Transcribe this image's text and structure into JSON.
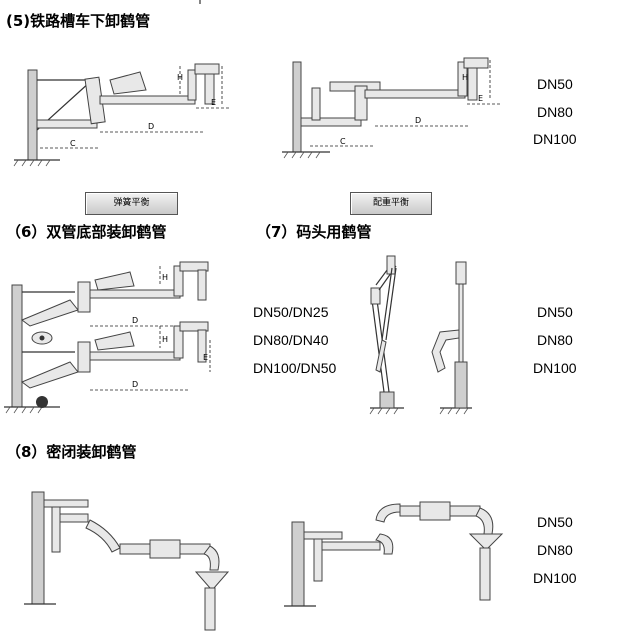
{
  "sections": {
    "s5": {
      "title": "(5)铁路槽车下卸鹤管"
    },
    "s6": {
      "title": "（6）双管底部装卸鹤管"
    },
    "s7": {
      "title": "（7）码头用鹤管"
    },
    "s8": {
      "title": "（8）密闭装卸鹤管"
    }
  },
  "buttons": {
    "spring_balance": "弹簧平衡",
    "weight_balance": "配重平衡"
  },
  "dn_groups": {
    "g5": [
      "DN50",
      "DN80",
      "DN100"
    ],
    "g6": [
      "DN50/DN25",
      "DN80/DN40",
      "DN100/DN50"
    ],
    "g7": [
      "DN50",
      "DN80",
      "DN100"
    ],
    "g8": [
      "DN50",
      "DN80",
      "DN100"
    ]
  },
  "dim_labels": {
    "c": "C",
    "d": "D",
    "e": "E",
    "h": "H"
  },
  "colors": {
    "pipe": "#e8e8e8",
    "post": "#cfcfcf",
    "line": "#333333",
    "button": "#d8d8d8"
  }
}
